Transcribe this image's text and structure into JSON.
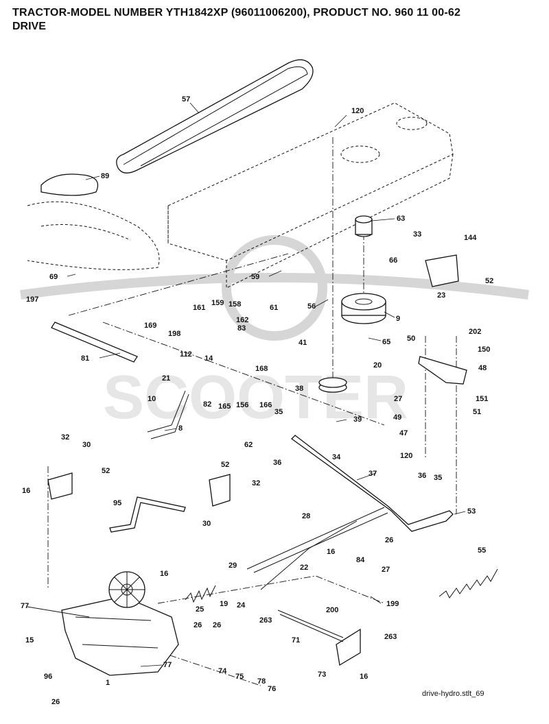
{
  "header": {
    "title": "TRACTOR-MODEL NUMBER YTH1842XP (96011006200), PRODUCT NO. 960 11 00-62",
    "section": "DRIVE"
  },
  "footer": {
    "file_ref": "drive-hydro.stlt_69"
  },
  "watermark": {
    "brand": "SCOOTER"
  },
  "labels": {
    "l57": "57",
    "l120a": "120",
    "l89": "89",
    "l63": "63",
    "l33": "33",
    "l144": "144",
    "l69": "69",
    "l59": "59",
    "l66": "66",
    "l52a": "52",
    "l23": "23",
    "l197": "197",
    "l61": "61",
    "l56": "56",
    "l9": "9",
    "l161": "161",
    "l159": "159",
    "l158": "158",
    "l162": "162",
    "l169": "169",
    "l198": "198",
    "l83": "83",
    "l41": "41",
    "l65": "65",
    "l50": "50",
    "l202": "202",
    "l150": "150",
    "l81": "81",
    "l112": "112",
    "l14": "14",
    "l20": "20",
    "l48": "48",
    "l21": "21",
    "l168": "168",
    "l82": "82",
    "l165": "165",
    "l156": "156",
    "l166": "166",
    "l38": "38",
    "l27a": "27",
    "l10": "10",
    "l35a": "35",
    "l49": "49",
    "l151": "151",
    "l39": "39",
    "l51": "51",
    "l8": "8",
    "l47": "47",
    "l62": "62",
    "l120b": "120",
    "l32a": "32",
    "l30a": "30",
    "l36a": "36",
    "l34": "34",
    "l52b": "52",
    "l37": "37",
    "l16a": "16",
    "l52c": "52",
    "l32b": "32",
    "l36b": "36",
    "l35b": "35",
    "l95": "95",
    "l30b": "30",
    "l28": "28",
    "l53": "53",
    "l26a": "26",
    "l55": "55",
    "l16b": "16",
    "l84": "84",
    "l27b": "27",
    "l29": "29",
    "l22": "22",
    "l16c": "16",
    "l77a": "77",
    "l19": "19",
    "l25": "25",
    "l24": "24",
    "l199": "199",
    "l26b": "26",
    "l26c": "26",
    "l200": "200",
    "l263a": "263",
    "l15": "15",
    "l71": "71",
    "l263b": "263",
    "l77b": "77",
    "l74": "74",
    "l75": "75",
    "l78": "78",
    "l96": "96",
    "l1": "1",
    "l76": "76",
    "l73": "73",
    "l16d": "16",
    "l26d": "26"
  }
}
